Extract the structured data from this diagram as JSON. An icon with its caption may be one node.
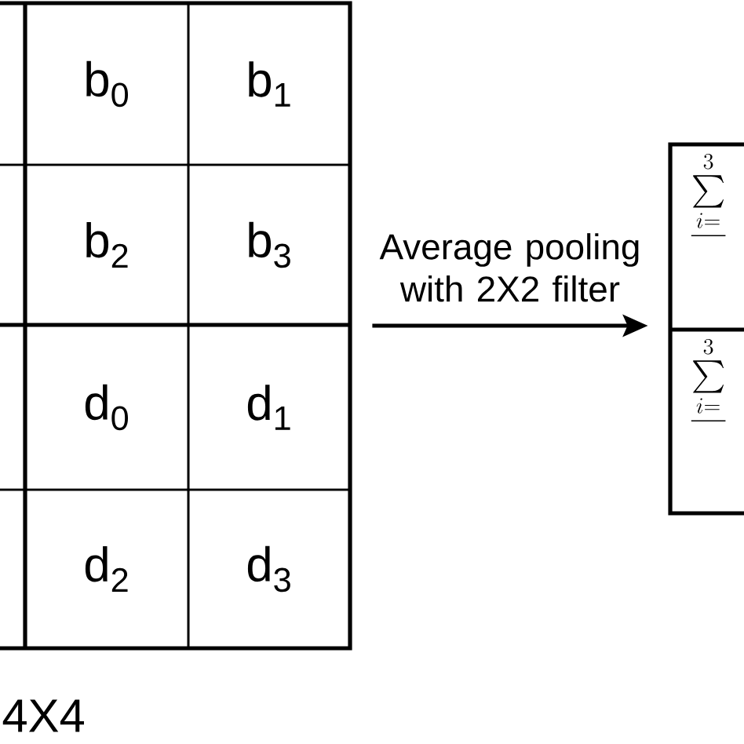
{
  "diagram": {
    "nodes": [
      {
        "text": [],
        "shape": "box",
        "beside": [
          "4X4"
        ]
      },
      {
        "text": [],
        "shape": "box",
        "in": 0
      },
      {
        "text": [
          "b$_{0}$"
        ],
        "in": 0
      },
      {
        "text": [
          "b$_{1}$"
        ],
        "in": 0
      },
      {
        "text": [],
        "shape": "box",
        "in": 0
      },
      {
        "text": [
          "b$_{2}$"
        ],
        "in": 0
      },
      {
        "text": [
          "b$_{3}$"
        ],
        "in": 0
      },
      {
        "text": [],
        "shape": "box",
        "in": 0
      },
      {
        "text": [
          "d$_{0}$"
        ],
        "in": 0
      },
      {
        "text": [
          "d$_{1}$"
        ],
        "in": 0
      },
      {
        "text": [],
        "shape": "box",
        "in": 0
      },
      {
        "text": [
          "d$_{2}$"
        ],
        "in": 0
      },
      {
        "text": [
          "d$_{3}$"
        ],
        "in": 0
      },
      {
        "text": [],
        "shape": "box"
      },
      {
        "text": [
          "\\frac{\\sum\\limits_{i=}^{3}}{}"
        ],
        "in": 13
      },
      {
        "text": [
          "\\frac{\\sum\\limits_{i=}^{3}}{}"
        ],
        "in": 13
      }
    ],
    "edges": [
      {
        "from": 0,
        "to": 13,
        "arrow": "to",
        "label": "Average pooling with 2X2 filter"
      }
    ]
  }
}
